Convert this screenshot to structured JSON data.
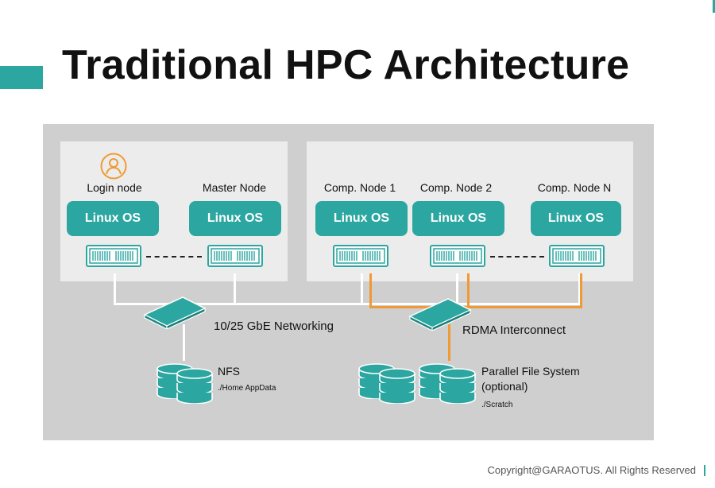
{
  "title": "Traditional HPC Architecture",
  "nodes": [
    {
      "label": "Login node",
      "os": "Linux OS"
    },
    {
      "label": "Master Node",
      "os": "Linux OS"
    },
    {
      "label": "Comp. Node 1",
      "os": "Linux OS"
    },
    {
      "label": "Comp. Node 2",
      "os": "Linux OS"
    },
    {
      "label": "Comp. Node N",
      "os": "Linux OS"
    }
  ],
  "networks": {
    "ethernet": "10/25 GbE Networking",
    "rdma": "RDMA Interconnect"
  },
  "storage": {
    "nfs": {
      "title": "NFS",
      "path": "./Home AppData"
    },
    "parallel": {
      "title_line1": "Parallel File System",
      "title_line2": "(optional)",
      "path": "./Scratch"
    }
  },
  "footer": "Copyright@GARAOTUS. All Rights Reserved",
  "colors": {
    "teal": "#2ba6a0",
    "orange": "#ef9a35",
    "background": "#cfcfcf",
    "panel": "#ececec"
  },
  "icons": [
    "user-icon",
    "server-icon",
    "network-switch-icon",
    "database-stack-icon"
  ]
}
